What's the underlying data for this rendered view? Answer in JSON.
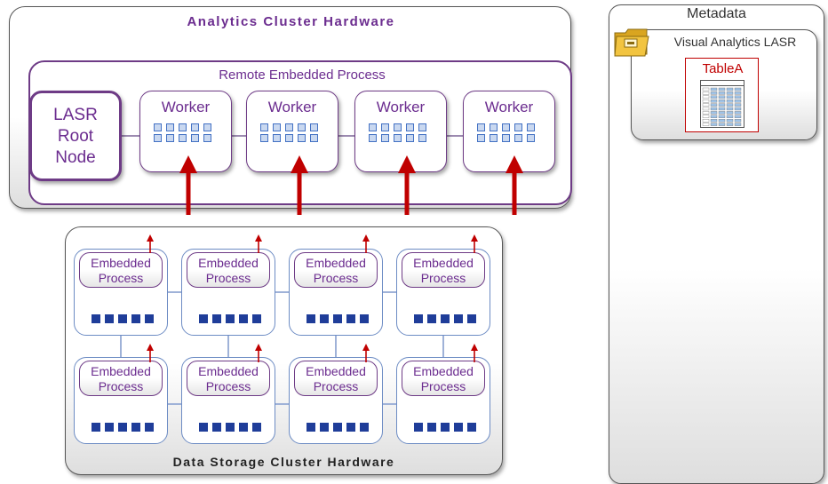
{
  "analytics_cluster": {
    "title": "Analytics Cluster Hardware",
    "remote_label": "Remote Embedded Process",
    "root_node": {
      "line1": "LASR",
      "line2": "Root",
      "line3": "Node"
    },
    "workers": [
      {
        "label": "Worker"
      },
      {
        "label": "Worker"
      },
      {
        "label": "Worker"
      },
      {
        "label": "Worker"
      }
    ]
  },
  "data_storage_cluster": {
    "title": "Data Storage Cluster Hardware",
    "nodes": [
      {
        "line1": "Embedded",
        "line2": "Process"
      },
      {
        "line1": "Embedded",
        "line2": "Process"
      },
      {
        "line1": "Embedded",
        "line2": "Process"
      },
      {
        "line1": "Embedded",
        "line2": "Process"
      },
      {
        "line1": "Embedded",
        "line2": "Process"
      },
      {
        "line1": "Embedded",
        "line2": "Process"
      },
      {
        "line1": "Embedded",
        "line2": "Process"
      },
      {
        "line1": "Embedded",
        "line2": "Process"
      }
    ]
  },
  "metadata": {
    "title": "Metadata",
    "library": {
      "label": "Visual Analytics LASR",
      "icon": "folder-icon",
      "table": {
        "label": "TableA",
        "icon": "table-icon"
      }
    }
  },
  "colors": {
    "purple_text": "#6b2c8f",
    "purple_border": "#6e3b86",
    "arrow_red": "#c00000",
    "node_blue": "#1f3d99",
    "table_red": "#c00000"
  }
}
